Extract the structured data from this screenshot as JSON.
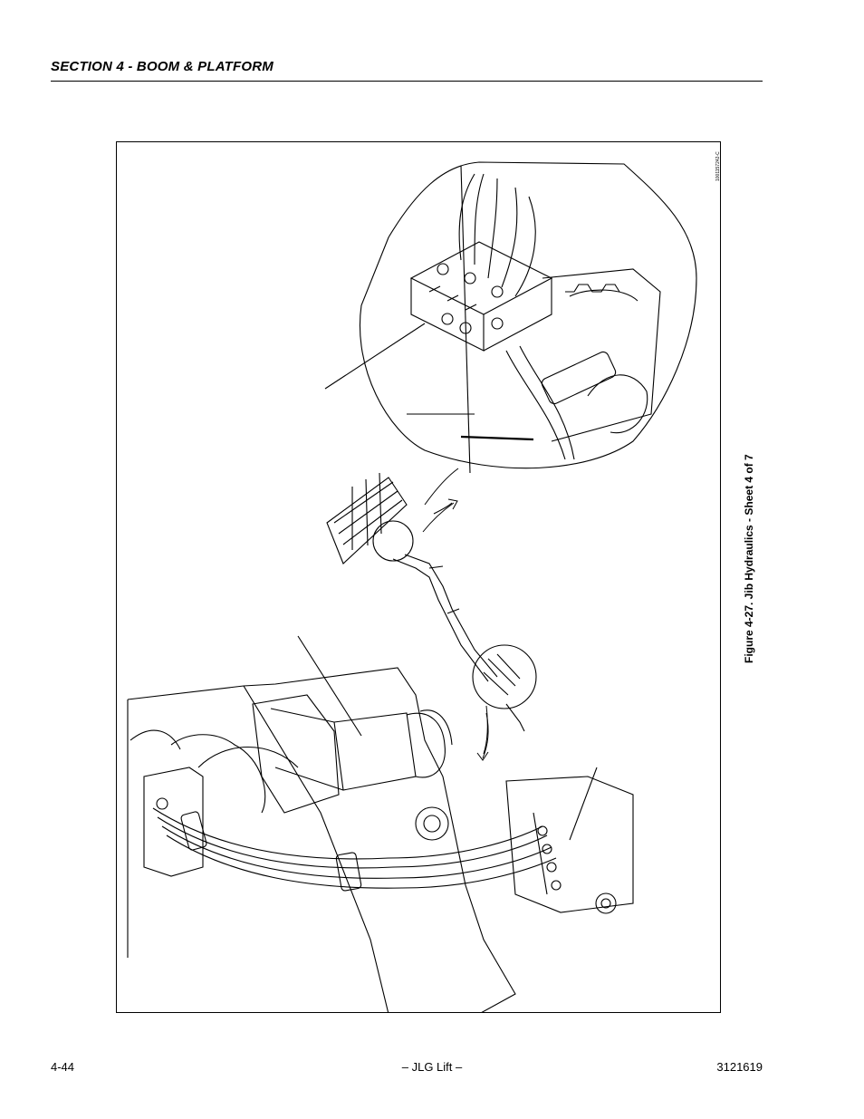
{
  "header": {
    "section_title": "SECTION 4 - BOOM & PLATFORM"
  },
  "figure": {
    "caption": "Figure 4-27. Jib Hydraulics - Sheet 4 of 7",
    "drawing_id": "1001157242-C"
  },
  "footer": {
    "page_number": "4-44",
    "center_text": "– JLG Lift –",
    "doc_number": "3121619"
  }
}
